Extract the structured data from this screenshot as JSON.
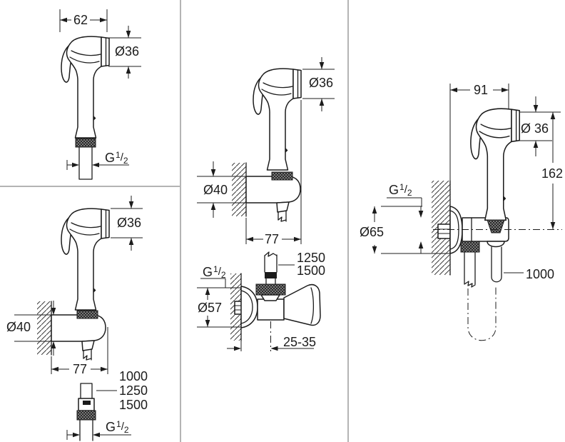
{
  "thread": {
    "base": "G",
    "sup": "1",
    "slash": "/",
    "sub": "2"
  },
  "panel_a": {
    "width": "62",
    "head_diameter": "Ø36"
  },
  "panel_b": {
    "head_diameter": "Ø36",
    "holder_diameter": "Ø40",
    "wall_depth": "77",
    "hose_lengths": [
      "1000",
      "1250",
      "1500"
    ]
  },
  "panel_c": {
    "head_diameter": "Ø36",
    "holder_diameter": "Ø40",
    "wall_depth": "77",
    "hose_lengths": [
      "1250",
      "1500"
    ],
    "flange_diameter": "Ø57",
    "wall_distance": "25-35"
  },
  "panel_d": {
    "width": "91",
    "head_diameter": "Ø 36",
    "height": "162",
    "escutcheon_diameter": "Ø65",
    "hose_length": "1000"
  },
  "colors": {
    "line": "#1c1c1c",
    "divider": "#b4b4b4",
    "background": "#ffffff"
  }
}
